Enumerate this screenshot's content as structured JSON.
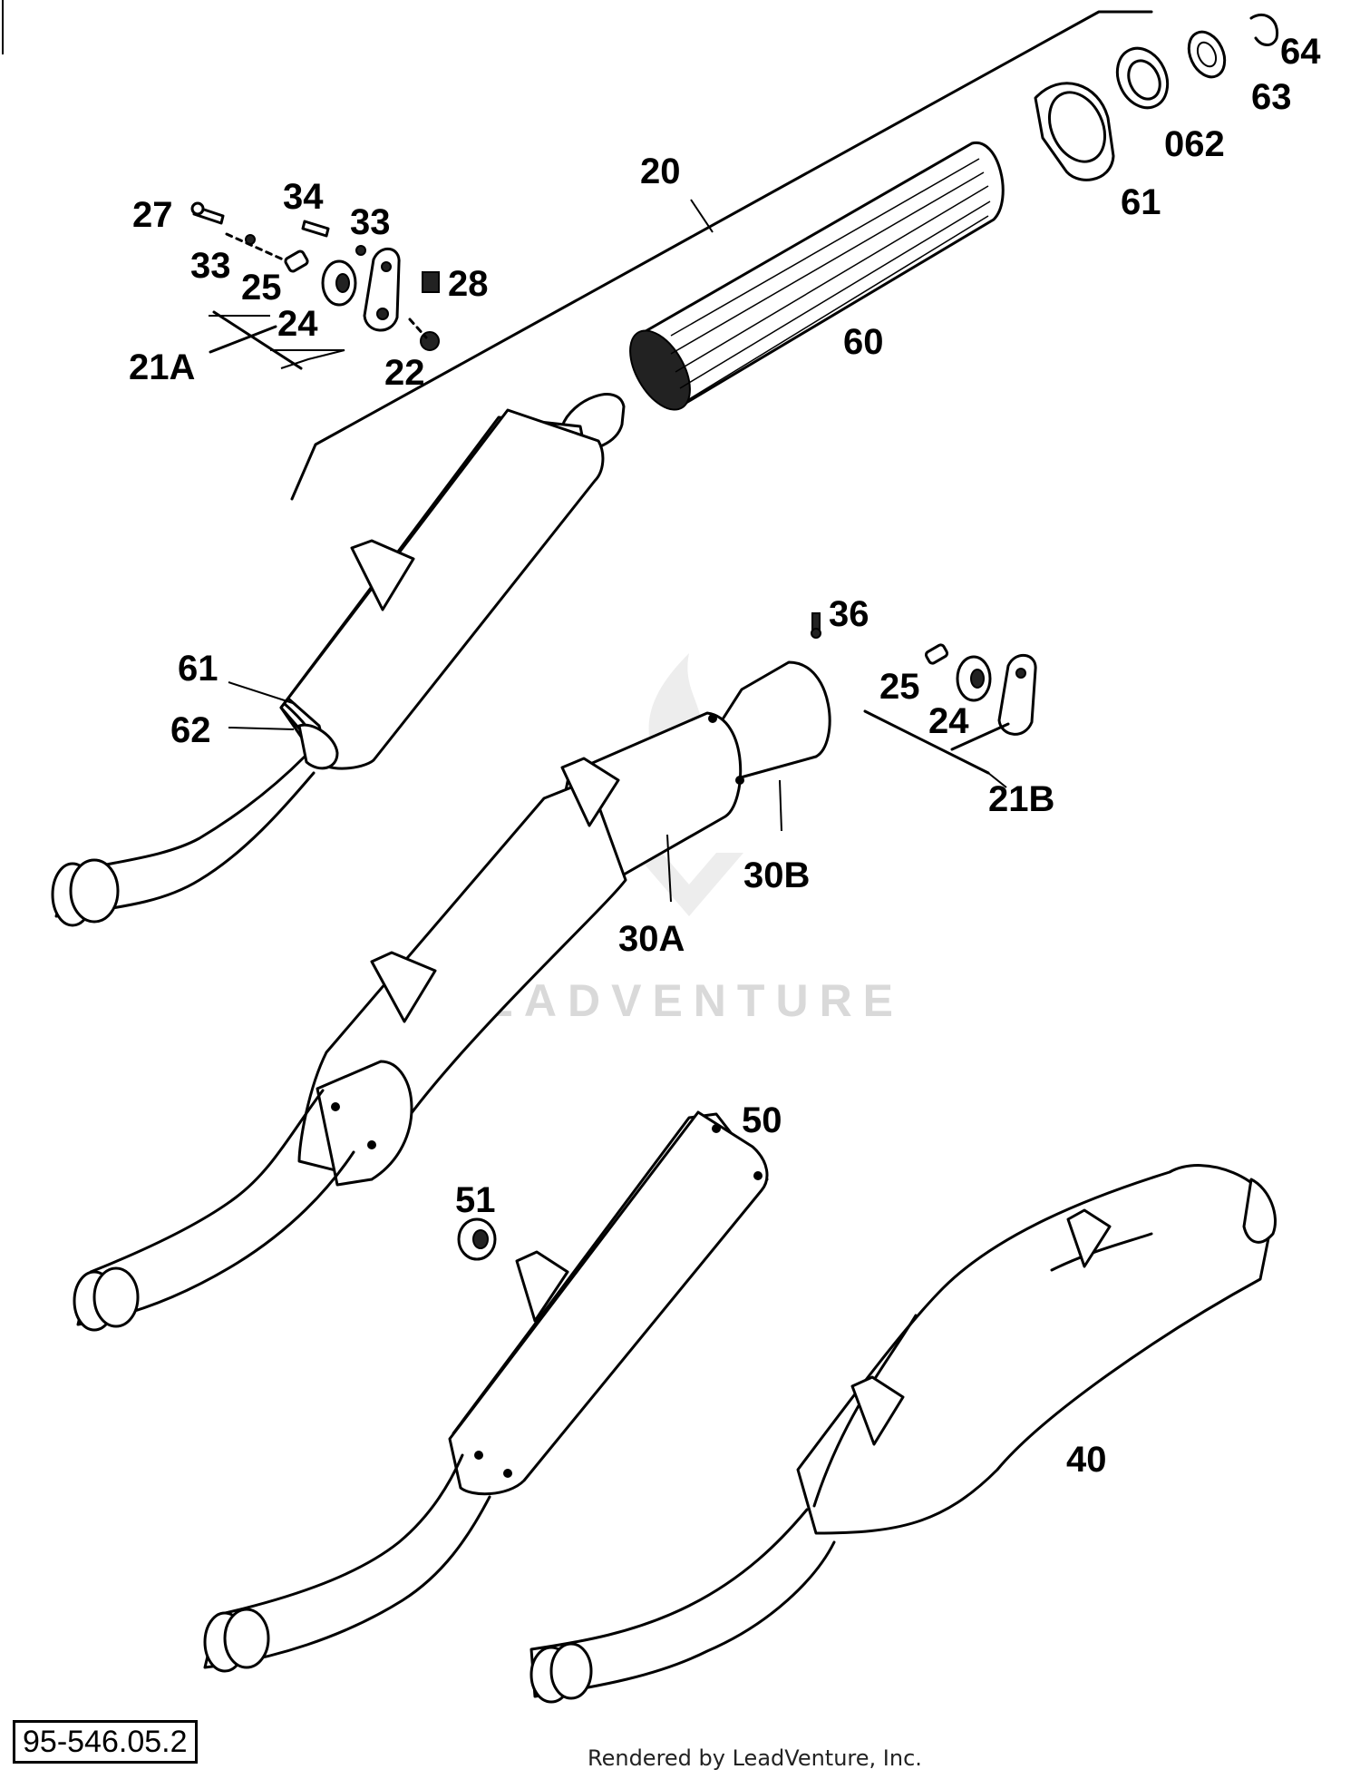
{
  "callouts": {
    "c20": "20",
    "c60": "60",
    "c61a": "61",
    "c062": "062",
    "c63": "63",
    "c64": "64",
    "c27": "27",
    "c34": "34",
    "c33a": "33",
    "c33b": "33",
    "c25a": "25",
    "c24a": "24",
    "c28": "28",
    "c21a": "21A",
    "c22": "22",
    "c61b": "61",
    "c62": "62",
    "c36": "36",
    "c25b": "25",
    "c24b": "24",
    "c21b": "21B",
    "c30b": "30B",
    "c30a": "30A",
    "c50": "50",
    "c51": "51",
    "c40": "40"
  },
  "watermark": "LEADVENTURE",
  "diagram_code": "95-546.05.2",
  "footer": "Rendered by LeadVenture, Inc."
}
